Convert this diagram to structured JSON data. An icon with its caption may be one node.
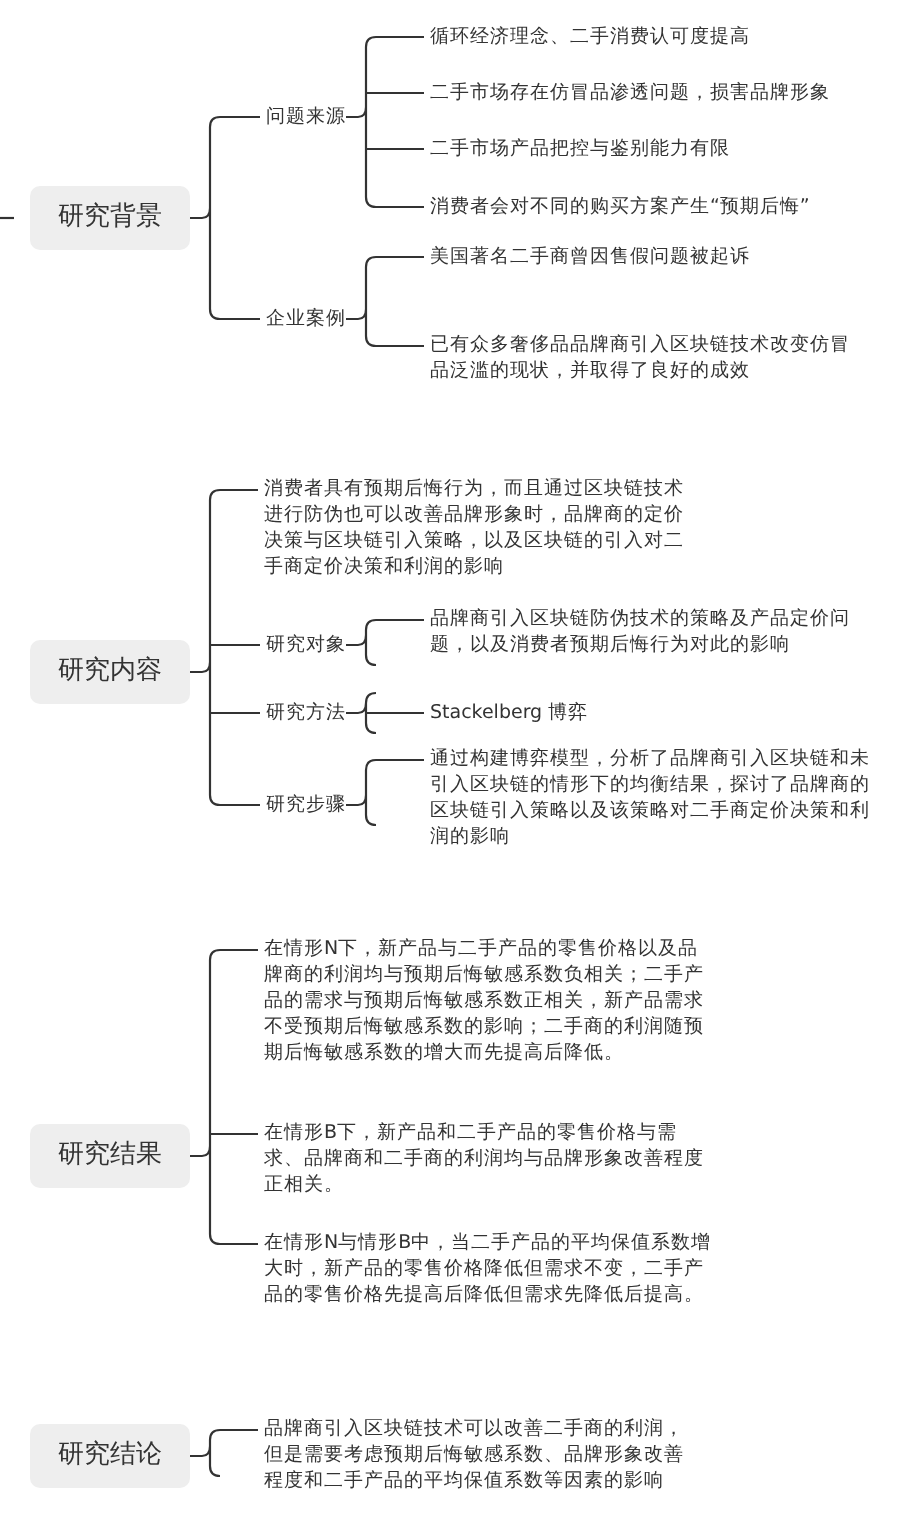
{
  "diagram": {
    "nodes": [
      {
        "text": [
          "研究背景"
        ]
      },
      {
        "text": [
          "问题来源"
        ]
      },
      {
        "text": [
          "循环经济理念、二手消费认可度提高"
        ]
      },
      {
        "text": [
          "二手市场存在仿冒品渗透问题，损害品牌形象"
        ]
      },
      {
        "text": [
          "二手市场产品把控与鉴别能力有限"
        ]
      },
      {
        "text": [
          "消费者会对不同的购买方案产生“预期后悔”"
        ]
      },
      {
        "text": [
          "企业案例"
        ]
      },
      {
        "text": [
          "美国著名二手商曾因售假问题被起诉"
        ]
      },
      {
        "text": [
          "已有众多奢侈品品牌商引入区块链技术改变仿冒品泛滥的现状，并取得了良好的成效"
        ]
      },
      {
        "text": [
          "研究内容"
        ]
      },
      {
        "text": [
          "消费者具有预期后悔行为，而且通过区块链技术进行防伪也可以改善品牌形象时，品牌商的定价决策与区块链引入策略，以及区块链的引入对二手商定价决策和利润的影响"
        ]
      },
      {
        "text": [
          "研究对象"
        ]
      },
      {
        "text": [
          "品牌商引入区块链防伪技术的策略及产品定价问题，以及消费者预期后悔行为对此的影响"
        ]
      },
      {
        "text": [
          "研究方法"
        ]
      },
      {
        "text": [
          "Stackelberg 博弈"
        ]
      },
      {
        "text": [
          "研究步骤"
        ]
      },
      {
        "text": [
          "通过构建博弈模型，分析了品牌商引入区块链和未引入区块链的情形下的均衡结果，探讨了品牌商的区块链引入策略以及该策略对二手商定价决策和利润的影响"
        ]
      },
      {
        "text": [
          "研究结果"
        ]
      },
      {
        "text": [
          "在情形N下，新产品与二手产品的零售价格以及品牌商的利润均与预期后悔敏感系数负相关；二手产品的需求与预期后悔敏感系数正相关，新产品需求不受预期后悔敏感系数的影响；二手商的利润随预期后悔敏感系数的增大而先提高后降低。"
        ]
      },
      {
        "text": [
          "在情形B下，新产品和二手产品的零售价格与需求、品牌商和二手商的利润均与品牌形象改善程度正相关。"
        ]
      },
      {
        "text": [
          "在情形N与情形B中，当二手产品的平均保值系数增大时，新产品的零售价格降低但需求不变，二手产品的零售价格先提高后降低但需求先降低后提高。"
        ]
      },
      {
        "text": [
          "研究结论"
        ]
      },
      {
        "text": [
          "品牌商引入区块链技术可以改善二手商的利润，但是需要考虑预期后悔敏感系数、品牌形象改善程度和二手产品的平均保值系数等因素的影响"
        ]
      }
    ],
    "edges": [
      {
        "from": null,
        "to": 0,
        "arrow": "none"
      },
      {
        "from": 0,
        "to": 1,
        "arrow": "none"
      },
      {
        "from": 0,
        "to": 6,
        "arrow": "none"
      },
      {
        "from": 1,
        "to": 2,
        "arrow": "none"
      },
      {
        "from": 1,
        "to": 3,
        "arrow": "none"
      },
      {
        "from": 1,
        "to": 4,
        "arrow": "none"
      },
      {
        "from": 1,
        "to": 5,
        "arrow": "none"
      },
      {
        "from": 6,
        "to": 7,
        "arrow": "none"
      },
      {
        "from": 6,
        "to": 8,
        "arrow": "none"
      },
      {
        "from": 9,
        "to": 10,
        "arrow": "none"
      },
      {
        "from": 9,
        "to": 11,
        "arrow": "none"
      },
      {
        "from": 9,
        "to": 13,
        "arrow": "none"
      },
      {
        "from": 9,
        "to": 15,
        "arrow": "none"
      },
      {
        "from": 11,
        "to": 12,
        "arrow": "none"
      },
      {
        "from": 13,
        "to": 14,
        "arrow": "none"
      },
      {
        "from": 15,
        "to": 16,
        "arrow": "none"
      },
      {
        "from": 17,
        "to": 18,
        "arrow": "none"
      },
      {
        "from": 17,
        "to": 19,
        "arrow": "none"
      },
      {
        "from": 17,
        "to": 20,
        "arrow": "none"
      },
      {
        "from": 21,
        "to": 22,
        "arrow": "none"
      }
    ]
  }
}
